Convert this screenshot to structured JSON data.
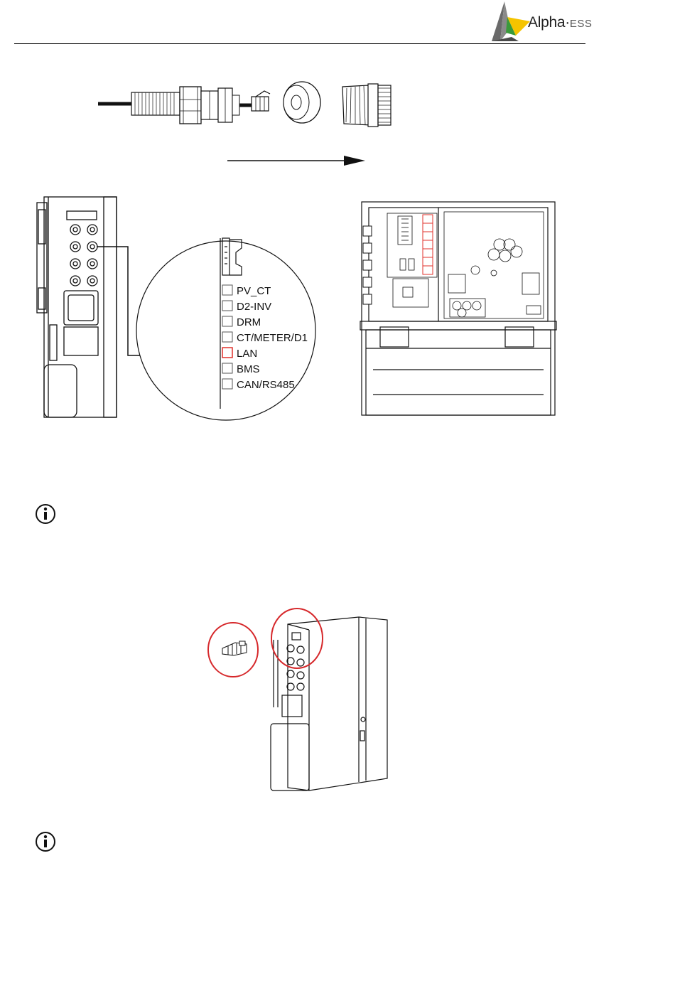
{
  "header": {
    "brand_name": "Alpha",
    "brand_separator": "·",
    "brand_suffix": "ESS",
    "logo_colors": {
      "yellow": "#f5c400",
      "dark": "#555555",
      "green": "#3a9a3a"
    }
  },
  "connector_panel": {
    "ports": [
      "PV_CT",
      "D2-INV",
      "DRM",
      "CT/METER/D1",
      "LAN",
      "BMS",
      "CAN/RS485"
    ],
    "highlighted_port": "LAN",
    "highlight_color": "#e0312b"
  },
  "notes": [
    {
      "icon": "info-icon"
    },
    {
      "icon": "info-icon"
    }
  ],
  "callout_color": "#d6282b"
}
